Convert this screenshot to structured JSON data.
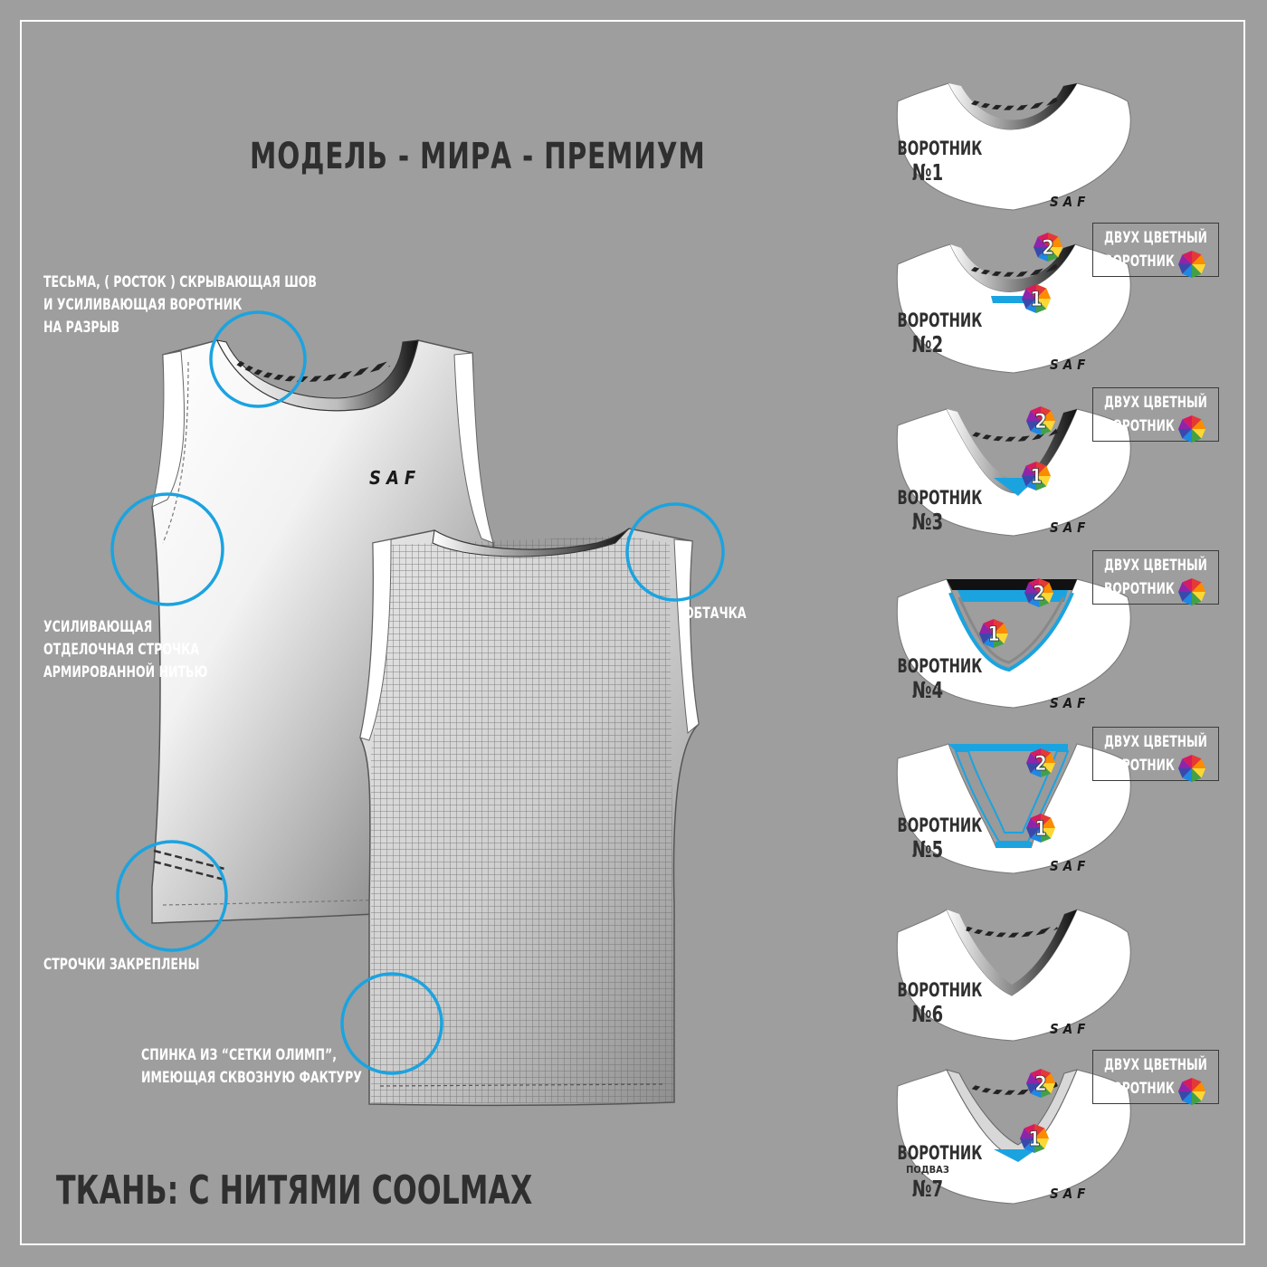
{
  "title": "МОДЕЛЬ - МИРА - ПРЕМИУМ",
  "fabric": "ТКАНЬ: С НИТЯМИ COOLMAX",
  "annotations": {
    "tape": [
      "ТЕСЬМА, ( РОСТОК ) СКРЫВАЮЩАЯ ШОВ",
      "И УСИЛИВАЮЩАЯ ВОРОТНИК",
      "НА РАЗРЫВ"
    ],
    "stitch": [
      "УСИЛИВАЮЩАЯ",
      "ОТДЕЛОЧНАЯ СТРОЧКА",
      "АРМИРОВАННОЙ НИТЬЮ"
    ],
    "fixed": "СТРОЧКИ  ЗАКРЕПЛЕНЫ",
    "binding": "ОБТАЧКА",
    "back": [
      "СПИНКА ИЗ “СЕТКИ ОЛИМП”,",
      "ИМЕЮЩАЯ СКВОЗНУЮ ФАКТУРУ"
    ]
  },
  "logo": "SAF",
  "collars": [
    {
      "word": "ВОРОТНИК",
      "num": "№1",
      "sub": ""
    },
    {
      "word": "ВОРОТНИК",
      "num": "№2",
      "sub": ""
    },
    {
      "word": "ВОРОТНИК",
      "num": "№3",
      "sub": ""
    },
    {
      "word": "ВОРОТНИК",
      "num": "№4",
      "sub": ""
    },
    {
      "word": "ВОРОТНИК",
      "num": "№5",
      "sub": ""
    },
    {
      "word": "ВОРОТНИК",
      "num": "№6",
      "sub": ""
    },
    {
      "word": "ВОРОТНИК",
      "num": "№7",
      "sub": "ПОДВАЗ"
    }
  ],
  "two_color": {
    "line1": "ДВУХ ЦВЕТНЫЙ",
    "line2": "ВОРОТНИК"
  },
  "badges": {
    "one": "1",
    "two": "2"
  },
  "colors": {
    "background": "#9d9e9d",
    "accent_blue": "#1ba3e0",
    "text_dark": "#2f2f2f"
  }
}
